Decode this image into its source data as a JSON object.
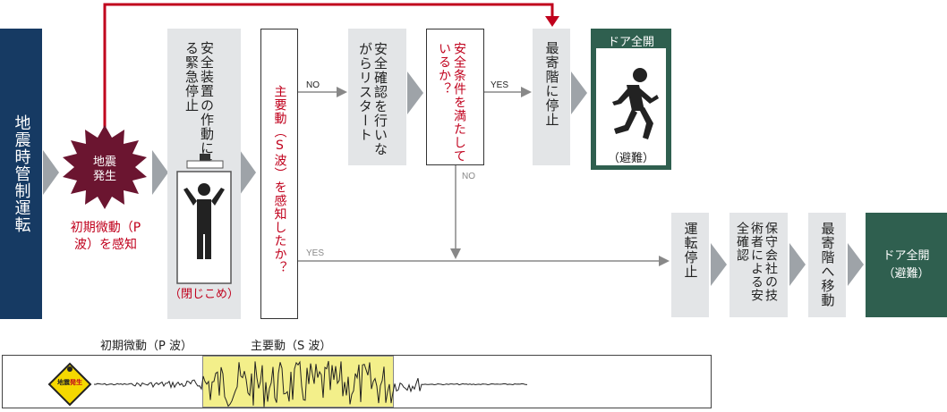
{
  "start_box": {
    "label": "地震時管制運転"
  },
  "quake": {
    "burst_label": "地震発生",
    "sub_label": "初期微動（P波）を感知"
  },
  "safety_device": {
    "label": "安全装置の作動による緊急停止",
    "caption": "（閉じこめ）"
  },
  "detect_s": {
    "label": "主要動（S波）を感知したか？"
  },
  "restart": {
    "label": "安全確認を行いながらリスタート"
  },
  "condition": {
    "label": "安全条件を満たしているか？"
  },
  "stop_nearest": {
    "label": "最寄階に停止"
  },
  "door_open_top": {
    "title": "ドア全開",
    "caption": "（避難）"
  },
  "halt": {
    "label": "運転停止"
  },
  "maintenance": {
    "label": "保守会社の技術者による安全確認"
  },
  "move_nearest": {
    "label": "最寄階へ移動"
  },
  "door_open_bottom": {
    "title": "ドア全開",
    "caption": "（避難）"
  },
  "arrows": {
    "no_1": "NO",
    "yes_1": "YES",
    "no_2": "NO",
    "yes_2": "YES"
  },
  "waveform": {
    "p_label": "初期微動（P 波）",
    "s_label": "主要動（S 波）",
    "sign_top": "地震",
    "sign_bottom": "発生"
  },
  "colors": {
    "navy": "#163a63",
    "green": "#2f5f4f",
    "red": "#c0001c",
    "gray_box": "#e3e5e7",
    "chevron": "#9ea3a8",
    "highlight": "#f3ef8a"
  }
}
